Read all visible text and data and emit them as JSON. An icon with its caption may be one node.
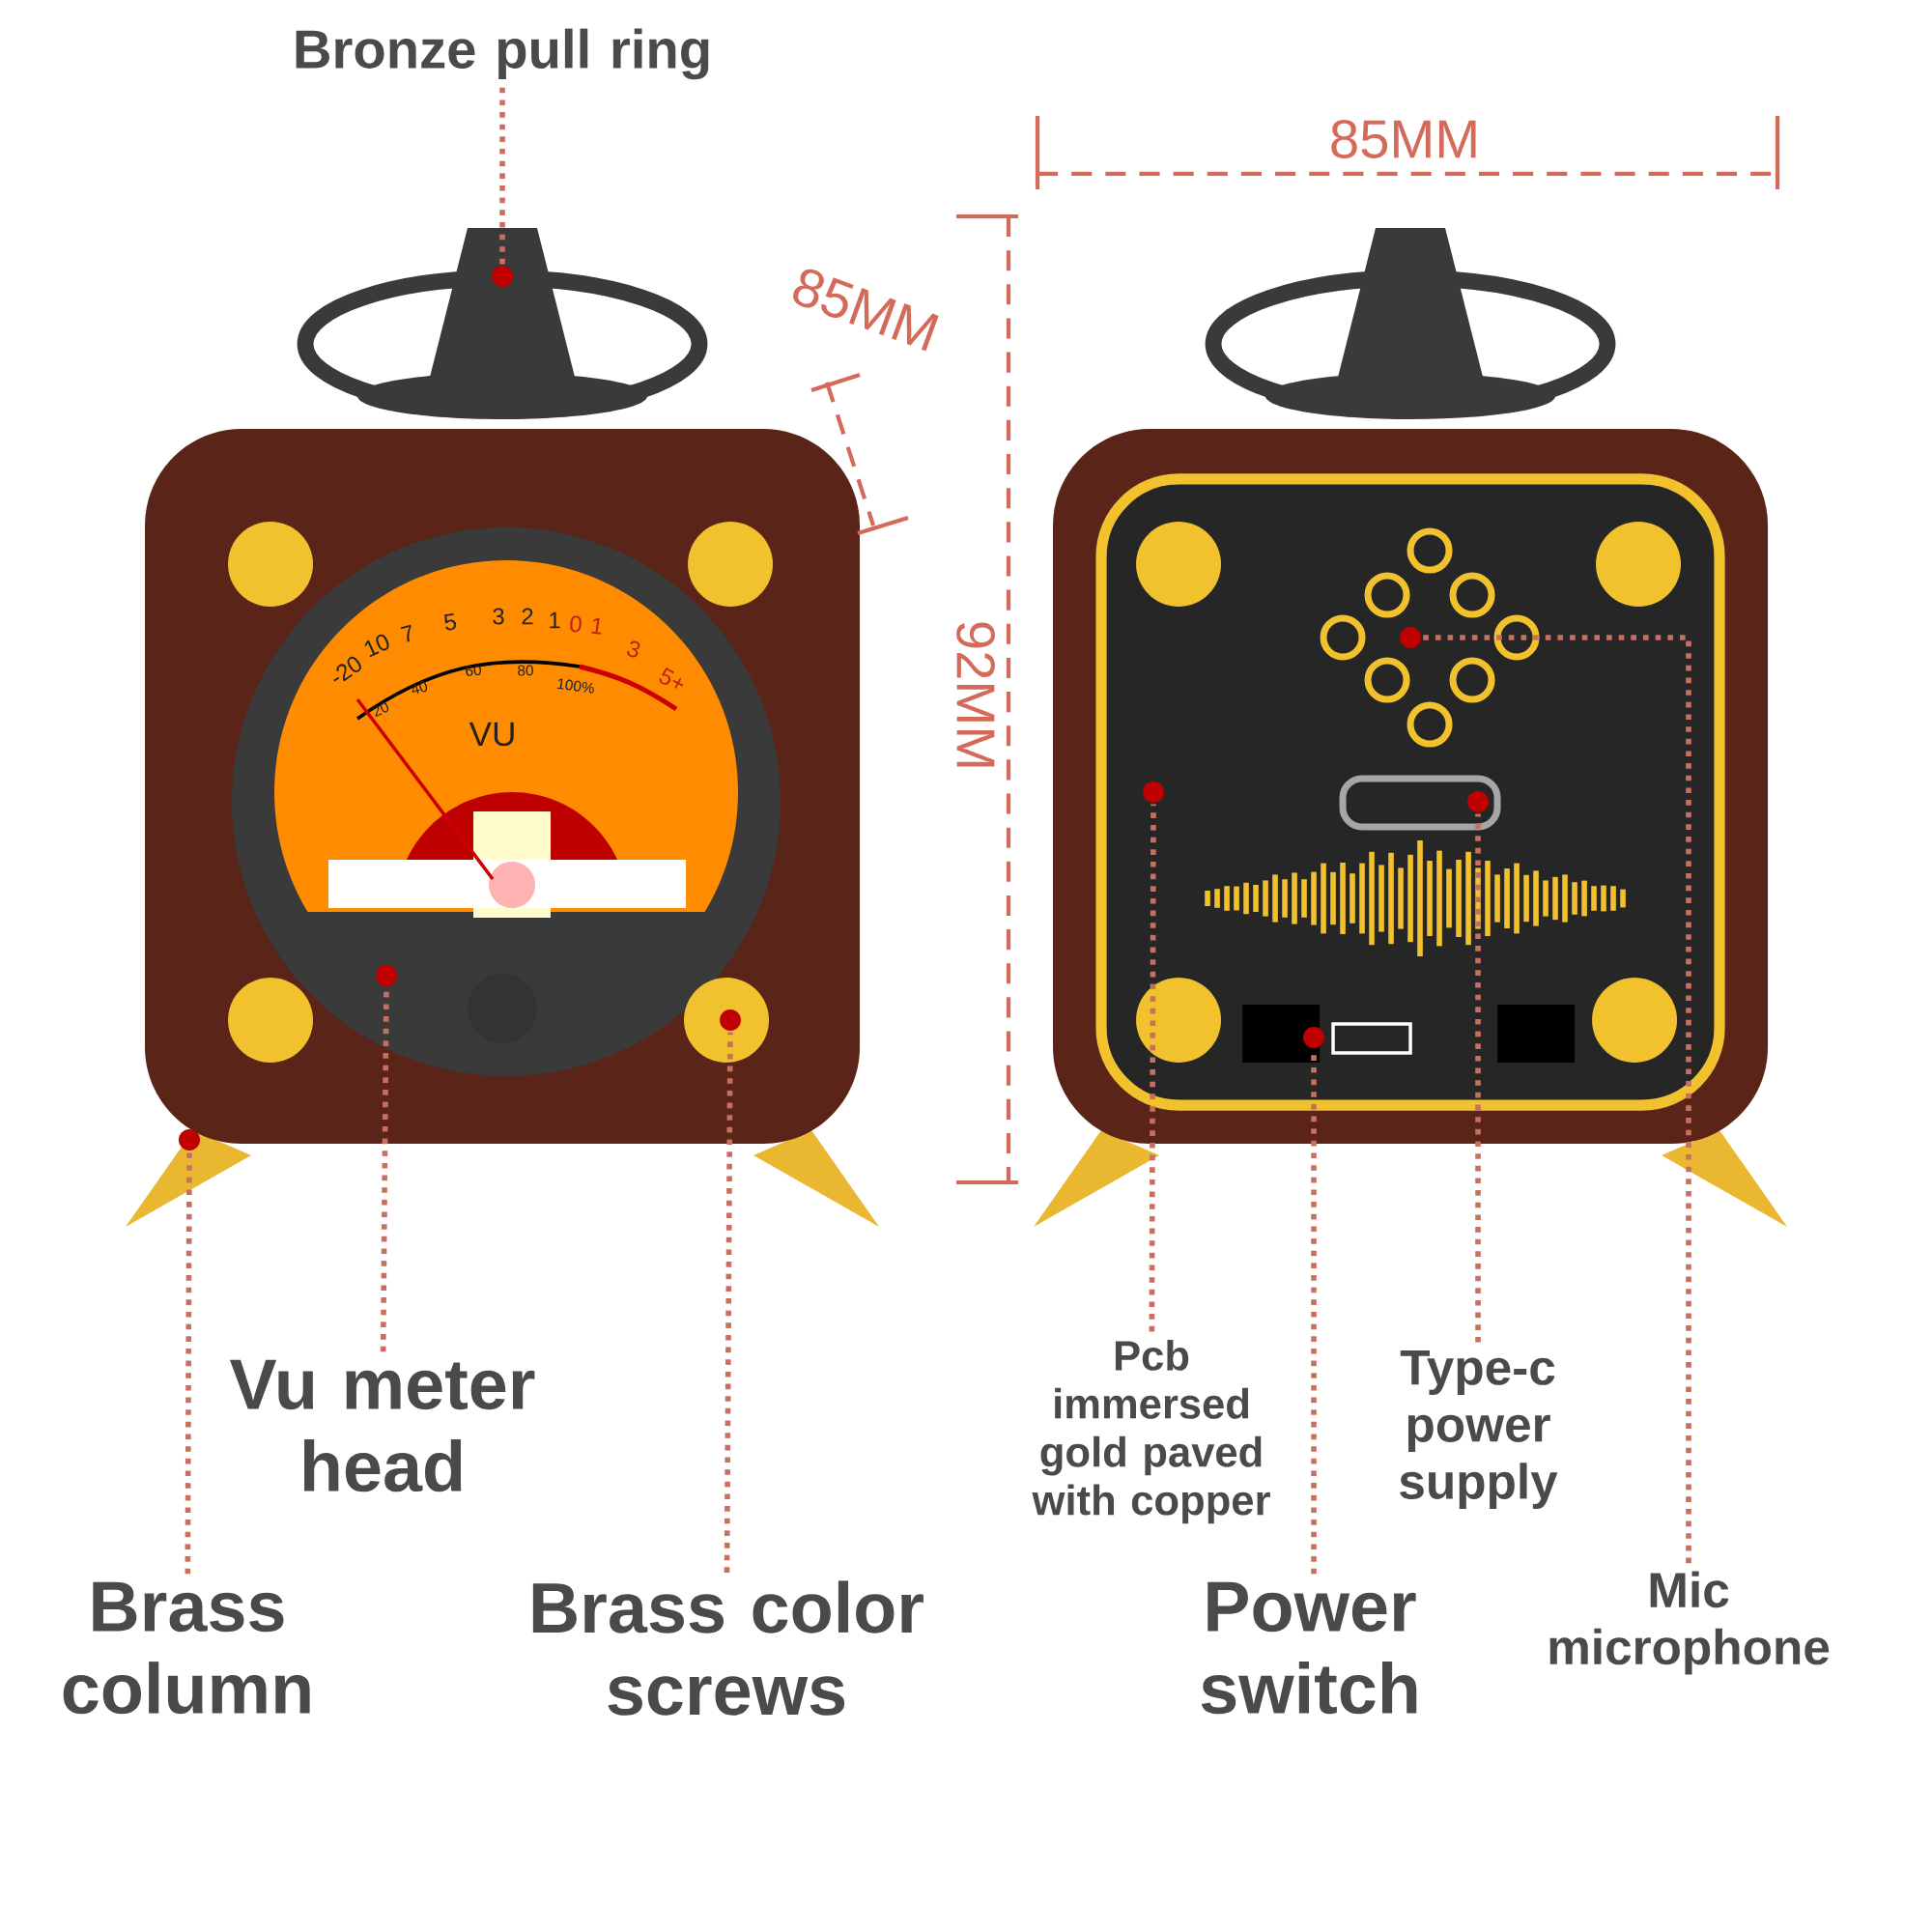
{
  "diagram": {
    "nodes": [
      {
        "text": [
          "Bronze pull ring"
        ]
      },
      {
        "text": [],
        "shape": "circle"
      },
      {
        "text": [
          "Vu meter head"
        ]
      },
      {
        "text": [],
        "shape": "circle"
      },
      {
        "text": [
          "Brass column"
        ]
      },
      {
        "text": [],
        "shape": "circle"
      },
      {
        "text": [
          "Brass color screws"
        ]
      },
      {
        "text": [],
        "shape": "circle"
      },
      {
        "text": [
          "Pcb immersed gold paved with copper"
        ]
      },
      {
        "text": [],
        "shape": "circle"
      },
      {
        "text": [
          "Type-c power supply"
        ]
      },
      {
        "text": [],
        "shape": "circle"
      },
      {
        "text": [
          "Power switch"
        ]
      },
      {
        "text": [],
        "shape": "circle"
      },
      {
        "text": [
          "Mic microphone"
        ]
      },
      {
        "text": [],
        "shape": "circle"
      }
    ],
    "edges": [
      {
        "from": 0,
        "to": 1,
        "arrow": "none"
      },
      {
        "from": 2,
        "to": 3,
        "arrow": "none"
      },
      {
        "from": 4,
        "to": 5,
        "arrow": "none"
      },
      {
        "from": 6,
        "to": 7,
        "arrow": "none"
      },
      {
        "from": 8,
        "to": 9,
        "arrow": "none"
      },
      {
        "from": 10,
        "to": 11,
        "arrow": "none"
      },
      {
        "from": 12,
        "to": 13,
        "arrow": "none"
      },
      {
        "from": 14,
        "to": 15,
        "arrow": "none"
      }
    ],
    "labels": [
      "85MM",
      "85MM",
      "92MM",
      "-20",
      "10",
      "7",
      "5",
      "3",
      "2",
      "1",
      "0",
      "1",
      "3",
      "5+",
      "20",
      "40",
      "60",
      "80",
      "100%",
      "VU"
    ]
  }
}
